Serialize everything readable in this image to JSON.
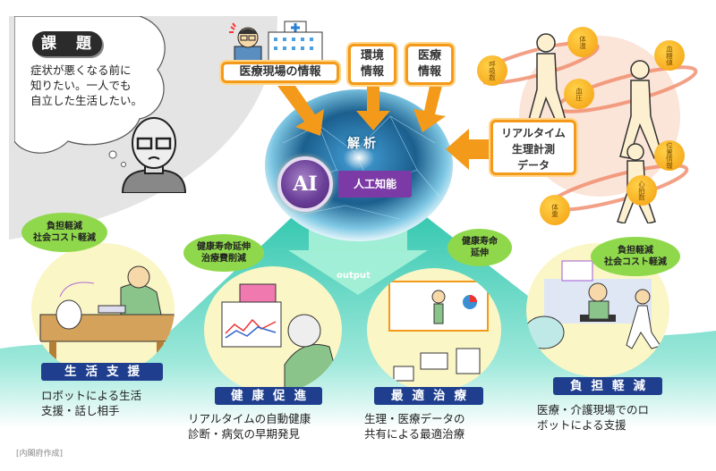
{
  "challenge": {
    "badge": "課 題",
    "text": "症状が悪くなる前に\n知りたい。一人でも\n自立した生活したい。"
  },
  "inputs": {
    "medical_site": "医療現場の情報",
    "environment": "環境\n情報",
    "medical": "医療\n情報",
    "realtime": "リアルタイム\n生理計測\nデータ"
  },
  "vitals": [
    "体温",
    "呼吸数",
    "血圧",
    "血糖値",
    "位置情報",
    "心拍数",
    "体重"
  ],
  "ai": {
    "analysis": "解析",
    "logo": "AI",
    "label": "人工知能",
    "output": "output"
  },
  "outcomes": [
    {
      "bubble": "負担軽減\n社会コスト軽減",
      "category": "生活支援",
      "description": "ロボットによる生活\n支援・話し相手"
    },
    {
      "bubble": "健康寿命延伸\n治療費削減",
      "category": "健康促進",
      "description": "リアルタイムの自動健康\n診断・病気の早期発見"
    },
    {
      "bubble": "健康寿命\n延伸",
      "category": "最適治療",
      "description": "生理・医療データの\n共有による最適治療"
    },
    {
      "bubble": "負担軽減\n社会コスト軽減",
      "category": "負担軽減",
      "description": "医療・介護現場でのロ\nボットによる支援"
    }
  ],
  "source": "[内閣府作成]",
  "colors": {
    "orange": "#f39a1a",
    "teal": "#3ccfb4",
    "purple": "#7c3aa6",
    "navy": "#1f3f8e",
    "green_bubble": "#8fd84b",
    "scene_bg": "#fbf6c6"
  }
}
